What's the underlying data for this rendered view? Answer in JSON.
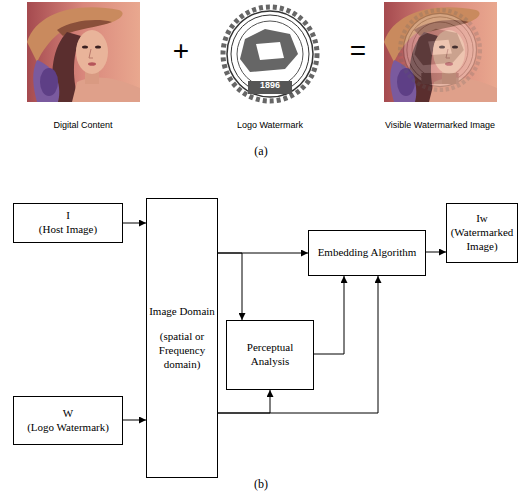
{
  "diagram": {
    "nodes": [
      {
        "text": [
          "I",
          "(Host Image)"
        ]
      },
      {
        "text": [
          "Image Domain",
          "(spatial or Frequency domain)"
        ]
      },
      {
        "text": [
          "Embedding Algorithm"
        ]
      },
      {
        "text": [
          "Iw",
          "(Watermarked Image)"
        ]
      },
      {
        "text": [
          "Perceptual Analysis"
        ]
      },
      {
        "text": [
          "W",
          "(Logo Watermark)"
        ]
      }
    ],
    "edges": [
      {
        "from": 0,
        "to": 1,
        "arrow": "to"
      },
      {
        "from": 1,
        "to": 2,
        "arrow": "to"
      },
      {
        "from": 1,
        "to": 4,
        "arrow": "to"
      },
      {
        "from": 4,
        "to": 2,
        "arrow": "to"
      },
      {
        "from": 2,
        "to": 3,
        "arrow": "to"
      },
      {
        "from": 5,
        "to": 1,
        "arrow": "to"
      },
      {
        "from": 1,
        "to": 2,
        "arrow": "to"
      },
      {
        "from": 1,
        "to": 4,
        "arrow": "to"
      }
    ],
    "labels": [
      "+",
      "1896",
      "=",
      "Digital Content",
      "Logo Watermark",
      "Visible Watermarked Image",
      "(a)",
      "(b)"
    ]
  }
}
